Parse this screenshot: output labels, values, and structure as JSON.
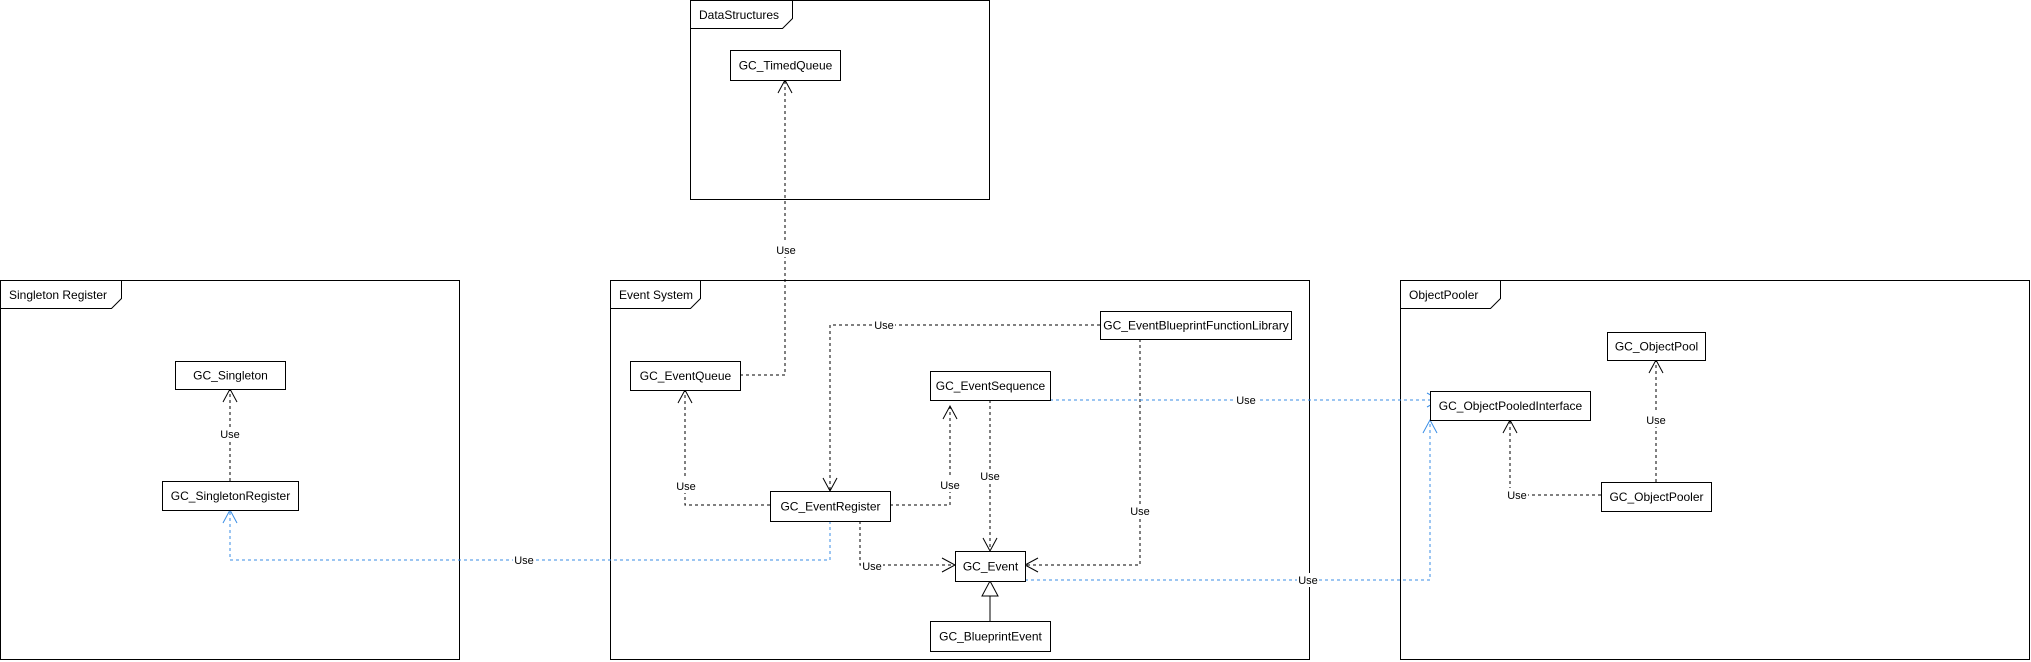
{
  "colors": {
    "line": "#000000",
    "highlight": "#3a8ee6",
    "background": "#ffffff"
  },
  "packages": [
    {
      "id": "data_structures",
      "name": "DataStructures"
    },
    {
      "id": "singleton_register",
      "name": "Singleton Register"
    },
    {
      "id": "event_system",
      "name": "Event System"
    },
    {
      "id": "object_pooler",
      "name": "ObjectPooler"
    }
  ],
  "classes": [
    {
      "id": "timed_queue",
      "name": "GC_TimedQueue"
    },
    {
      "id": "singleton",
      "name": "GC_Singleton"
    },
    {
      "id": "singleton_register",
      "name": "GC_SingletonRegister"
    },
    {
      "id": "event_queue",
      "name": "GC_EventQueue"
    },
    {
      "id": "event_bp_lib",
      "name": "GC_EventBlueprintFunctionLibrary"
    },
    {
      "id": "event_sequence",
      "name": "GC_EventSequence"
    },
    {
      "id": "event_register",
      "name": "GC_EventRegister"
    },
    {
      "id": "event",
      "name": "GC_Event"
    },
    {
      "id": "blueprint_event",
      "name": "GC_BlueprintEvent"
    },
    {
      "id": "object_pool",
      "name": "GC_ObjectPool"
    },
    {
      "id": "object_pooled_interface",
      "name": "GC_ObjectPooledInterface"
    },
    {
      "id": "object_pooler",
      "name": "GC_ObjectPooler"
    }
  ],
  "relations": [
    {
      "id": "queue_to_timedqueue",
      "from": "event_queue",
      "to": "timed_queue",
      "type": "dependency",
      "label": "Use",
      "highlight": false
    },
    {
      "id": "singletonreg_to_singleton",
      "from": "singleton_register",
      "to": "singleton",
      "type": "dependency",
      "label": "Use",
      "highlight": false
    },
    {
      "id": "bplib_to_register",
      "from": "event_bp_lib",
      "to": "event_register",
      "type": "dependency",
      "label": "Use",
      "highlight": false
    },
    {
      "id": "bplib_to_event",
      "from": "event_bp_lib",
      "to": "event",
      "type": "dependency",
      "label": "Use",
      "highlight": false
    },
    {
      "id": "register_to_queue",
      "from": "event_register",
      "to": "event_queue",
      "type": "dependency",
      "label": "Use",
      "highlight": false
    },
    {
      "id": "register_to_sequence",
      "from": "event_register",
      "to": "event_sequence",
      "type": "dependency",
      "label": "Use",
      "highlight": false
    },
    {
      "id": "register_to_event",
      "from": "event_register",
      "to": "event",
      "type": "dependency",
      "label": "Use",
      "highlight": false
    },
    {
      "id": "sequence_to_event",
      "from": "event_sequence",
      "to": "event",
      "type": "dependency",
      "label": "Use",
      "highlight": false
    },
    {
      "id": "register_to_singletonreg",
      "from": "event_register",
      "to": "singleton_register",
      "type": "dependency",
      "label": "Use",
      "highlight": true
    },
    {
      "id": "sequence_to_pooledinterface",
      "from": "event_sequence",
      "to": "object_pooled_interface",
      "type": "dependency",
      "label": "Use",
      "highlight": true
    },
    {
      "id": "event_to_pooledinterface",
      "from": "event",
      "to": "object_pooled_interface",
      "type": "dependency",
      "label": "Use",
      "highlight": true
    },
    {
      "id": "pooler_to_pool",
      "from": "object_pooler",
      "to": "object_pool",
      "type": "dependency",
      "label": "Use",
      "highlight": false
    },
    {
      "id": "pooler_to_pooledinterface",
      "from": "object_pooler",
      "to": "object_pooled_interface",
      "type": "dependency",
      "label": "Use",
      "highlight": false
    },
    {
      "id": "blueprintevent_to_event",
      "from": "blueprint_event",
      "to": "event",
      "type": "generalization",
      "label": "",
      "highlight": false
    }
  ]
}
